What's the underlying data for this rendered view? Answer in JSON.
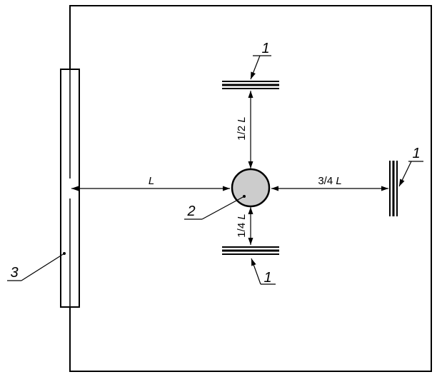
{
  "diagram": {
    "labels": {
      "sensor": "1",
      "source": "2",
      "wall": "3"
    },
    "dimensions": {
      "left_num": "",
      "left_var": "L",
      "right_num": "3/4",
      "right_var": "L",
      "top_num": "1/2",
      "top_var": "L",
      "bottom_num": "1/4",
      "bottom_var": "L"
    },
    "colors": {
      "line": "#000000",
      "source_fill": "#cccccc",
      "background": "#ffffff"
    }
  }
}
